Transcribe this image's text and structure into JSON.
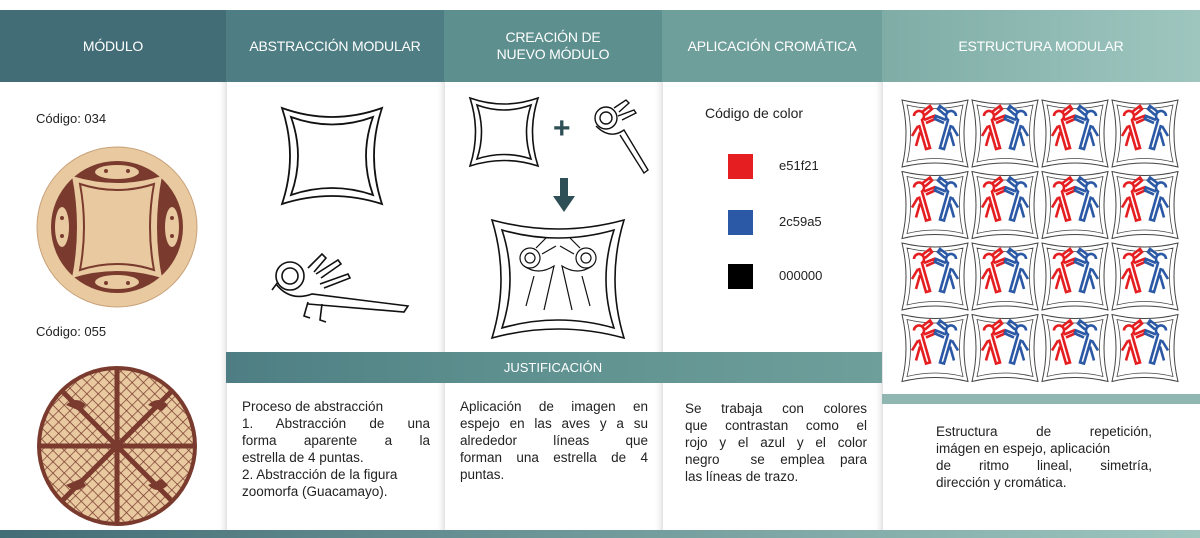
{
  "headers": {
    "modulo": "MÓDULO",
    "abstraccion": "ABSTRACCIÓN MODULAR",
    "creacion_line1": "CREACIÓN DE",
    "creacion_line2": "NUEVO MÓDULO",
    "aplicacion": "APLICACIÓN CROMÁTICA",
    "estructura": "ESTRUCTURA MODULAR"
  },
  "modulo": {
    "code1": "Código: 034",
    "code2": "Código: 055"
  },
  "justificacion": "JUSTIFICACIÓN",
  "color_section": {
    "title": "Código de color",
    "colors": [
      {
        "hex": "#e51f21",
        "label": "e51f21"
      },
      {
        "hex": "#2c59a5",
        "label": "2c59a5"
      },
      {
        "hex": "#000000",
        "label": "000000"
      }
    ]
  },
  "texts": {
    "abstraccion_lines": [
      "Proceso de abstracción",
      "1. Abstracción de una",
      "forma aparente a la",
      "estrella de 4 puntas.",
      "2. Abstracción de la figura",
      "zoomorfa (Guacamayo)."
    ],
    "creacion_lines": [
      "Aplicación de imagen en",
      "espejo en las aves y a su",
      "alrededor líneas que",
      "forman una estrella de 4",
      "puntas."
    ],
    "aplicacion_lines": [
      "Se trabaja con colores",
      "que contrastan como el",
      "rojo y el azul y el color",
      "negro  se emplea para",
      "las líneas de trazo."
    ],
    "estructura_lines": [
      "Estructura de repetición,",
      "imágen en espejo, aplicación",
      "de ritmo lineal, simetría,",
      "dirección y cromática."
    ]
  },
  "icons": {
    "plus": "+",
    "arrow": "down-arrow-icon"
  },
  "palette": {
    "red": "#e51f21",
    "blue": "#2c59a5",
    "black": "#000000",
    "tan": "#e8c9a0",
    "brown": "#7a3b2e"
  }
}
